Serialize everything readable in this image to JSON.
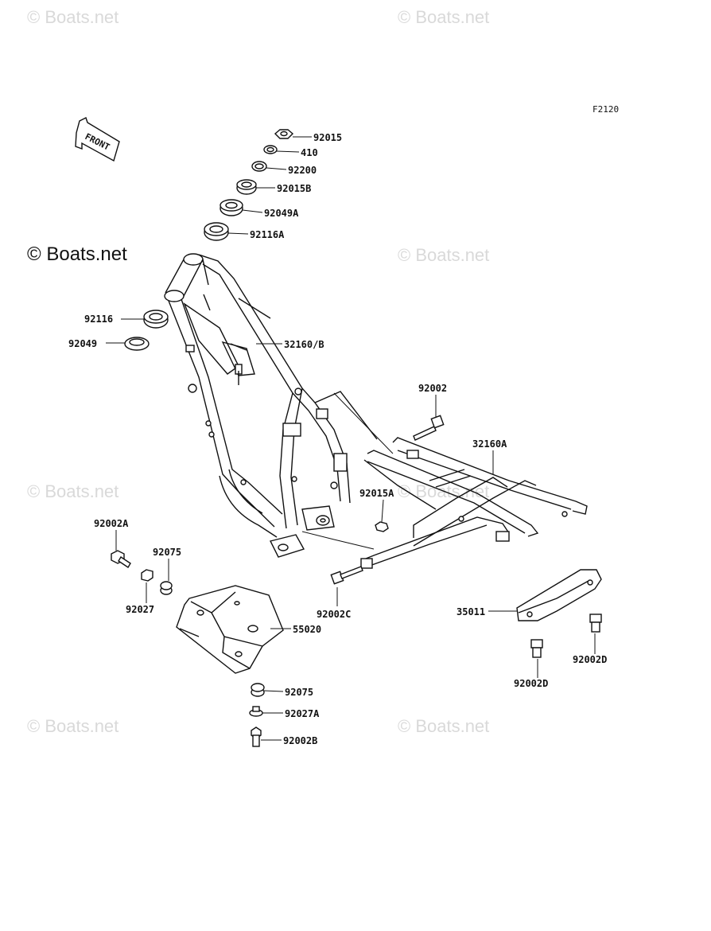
{
  "watermarks": {
    "small": "© Boats.net",
    "main": "© Boats.net"
  },
  "figure_code": "F2120",
  "front_label": "FRONT",
  "parts": [
    {
      "id": "92015",
      "label": "92015"
    },
    {
      "id": "410",
      "label": "410"
    },
    {
      "id": "92200",
      "label": "92200"
    },
    {
      "id": "92015B",
      "label": "92015B"
    },
    {
      "id": "92049A",
      "label": "92049A"
    },
    {
      "id": "92116A",
      "label": "92116A"
    },
    {
      "id": "92116",
      "label": "92116"
    },
    {
      "id": "92049",
      "label": "92049"
    },
    {
      "id": "32160B",
      "label": "32160/B"
    },
    {
      "id": "92002",
      "label": "92002"
    },
    {
      "id": "32160A",
      "label": "32160A"
    },
    {
      "id": "92015A",
      "label": "92015A"
    },
    {
      "id": "92002A",
      "label": "92002A"
    },
    {
      "id": "92075a",
      "label": "92075"
    },
    {
      "id": "92027",
      "label": "92027"
    },
    {
      "id": "92002C",
      "label": "92002C"
    },
    {
      "id": "55020",
      "label": "55020"
    },
    {
      "id": "35011",
      "label": "35011"
    },
    {
      "id": "92002D2",
      "label": "92002D"
    },
    {
      "id": "92002D1",
      "label": "92002D"
    },
    {
      "id": "92075b",
      "label": "92075"
    },
    {
      "id": "92027A",
      "label": "92027A"
    },
    {
      "id": "92002B",
      "label": "92002B"
    }
  ]
}
